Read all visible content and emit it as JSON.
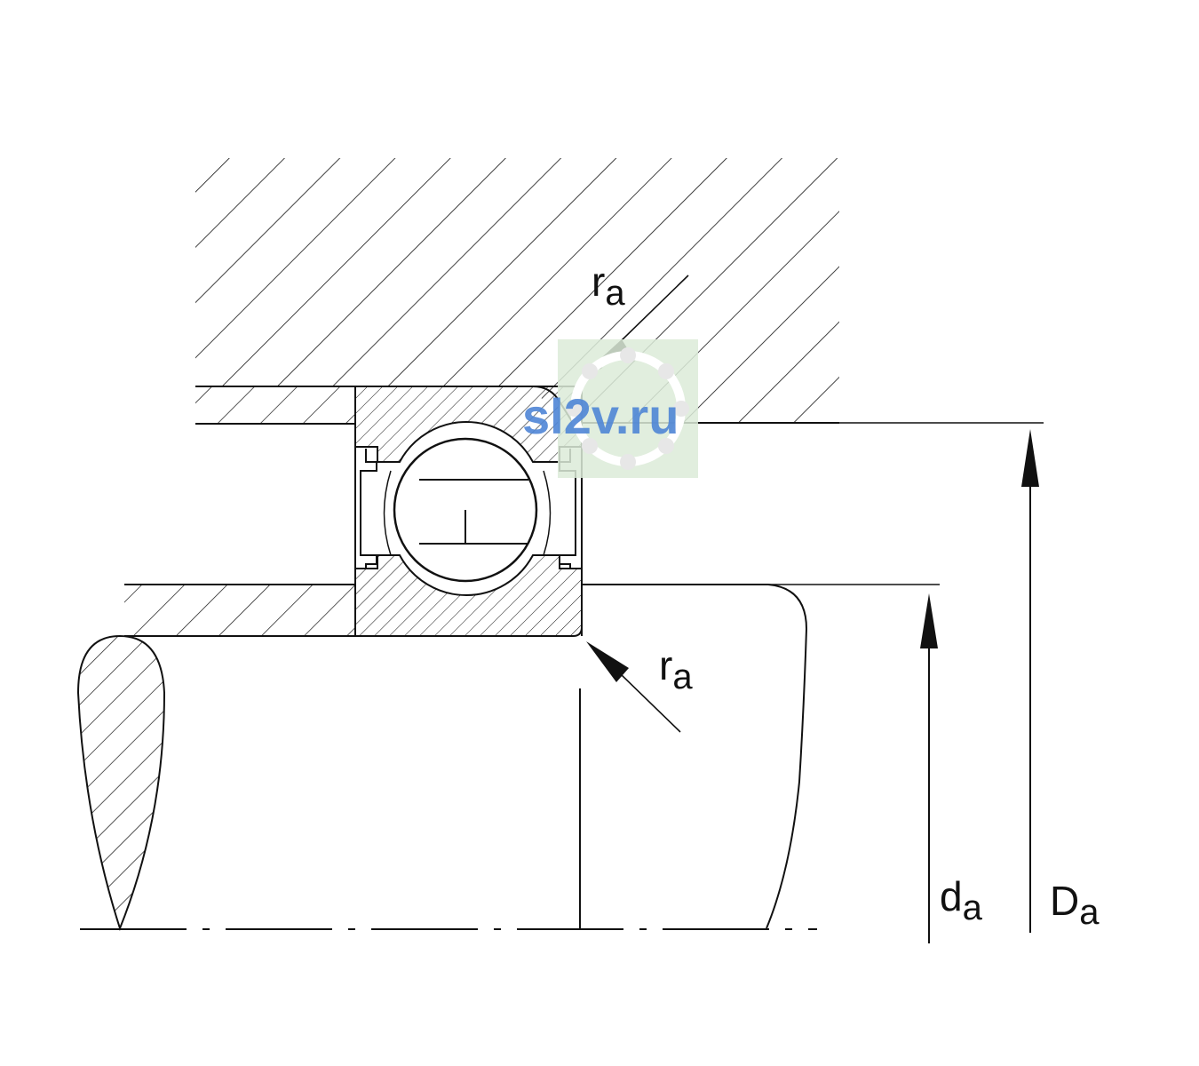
{
  "labels": {
    "ra_top": {
      "main": "r",
      "sub": "a"
    },
    "ra_bottom": {
      "main": "r",
      "sub": "a"
    },
    "da": {
      "main": "d",
      "sub": "a"
    },
    "Da": {
      "main": "D",
      "sub": "a"
    }
  },
  "watermark": {
    "text": "sl2v.ru"
  },
  "colors": {
    "line": "#111111",
    "background": "#ffffff",
    "watermark_text": "#4f86d6",
    "watermark_box": "#dcebd8",
    "watermark_ball": "#e7e7e7"
  }
}
